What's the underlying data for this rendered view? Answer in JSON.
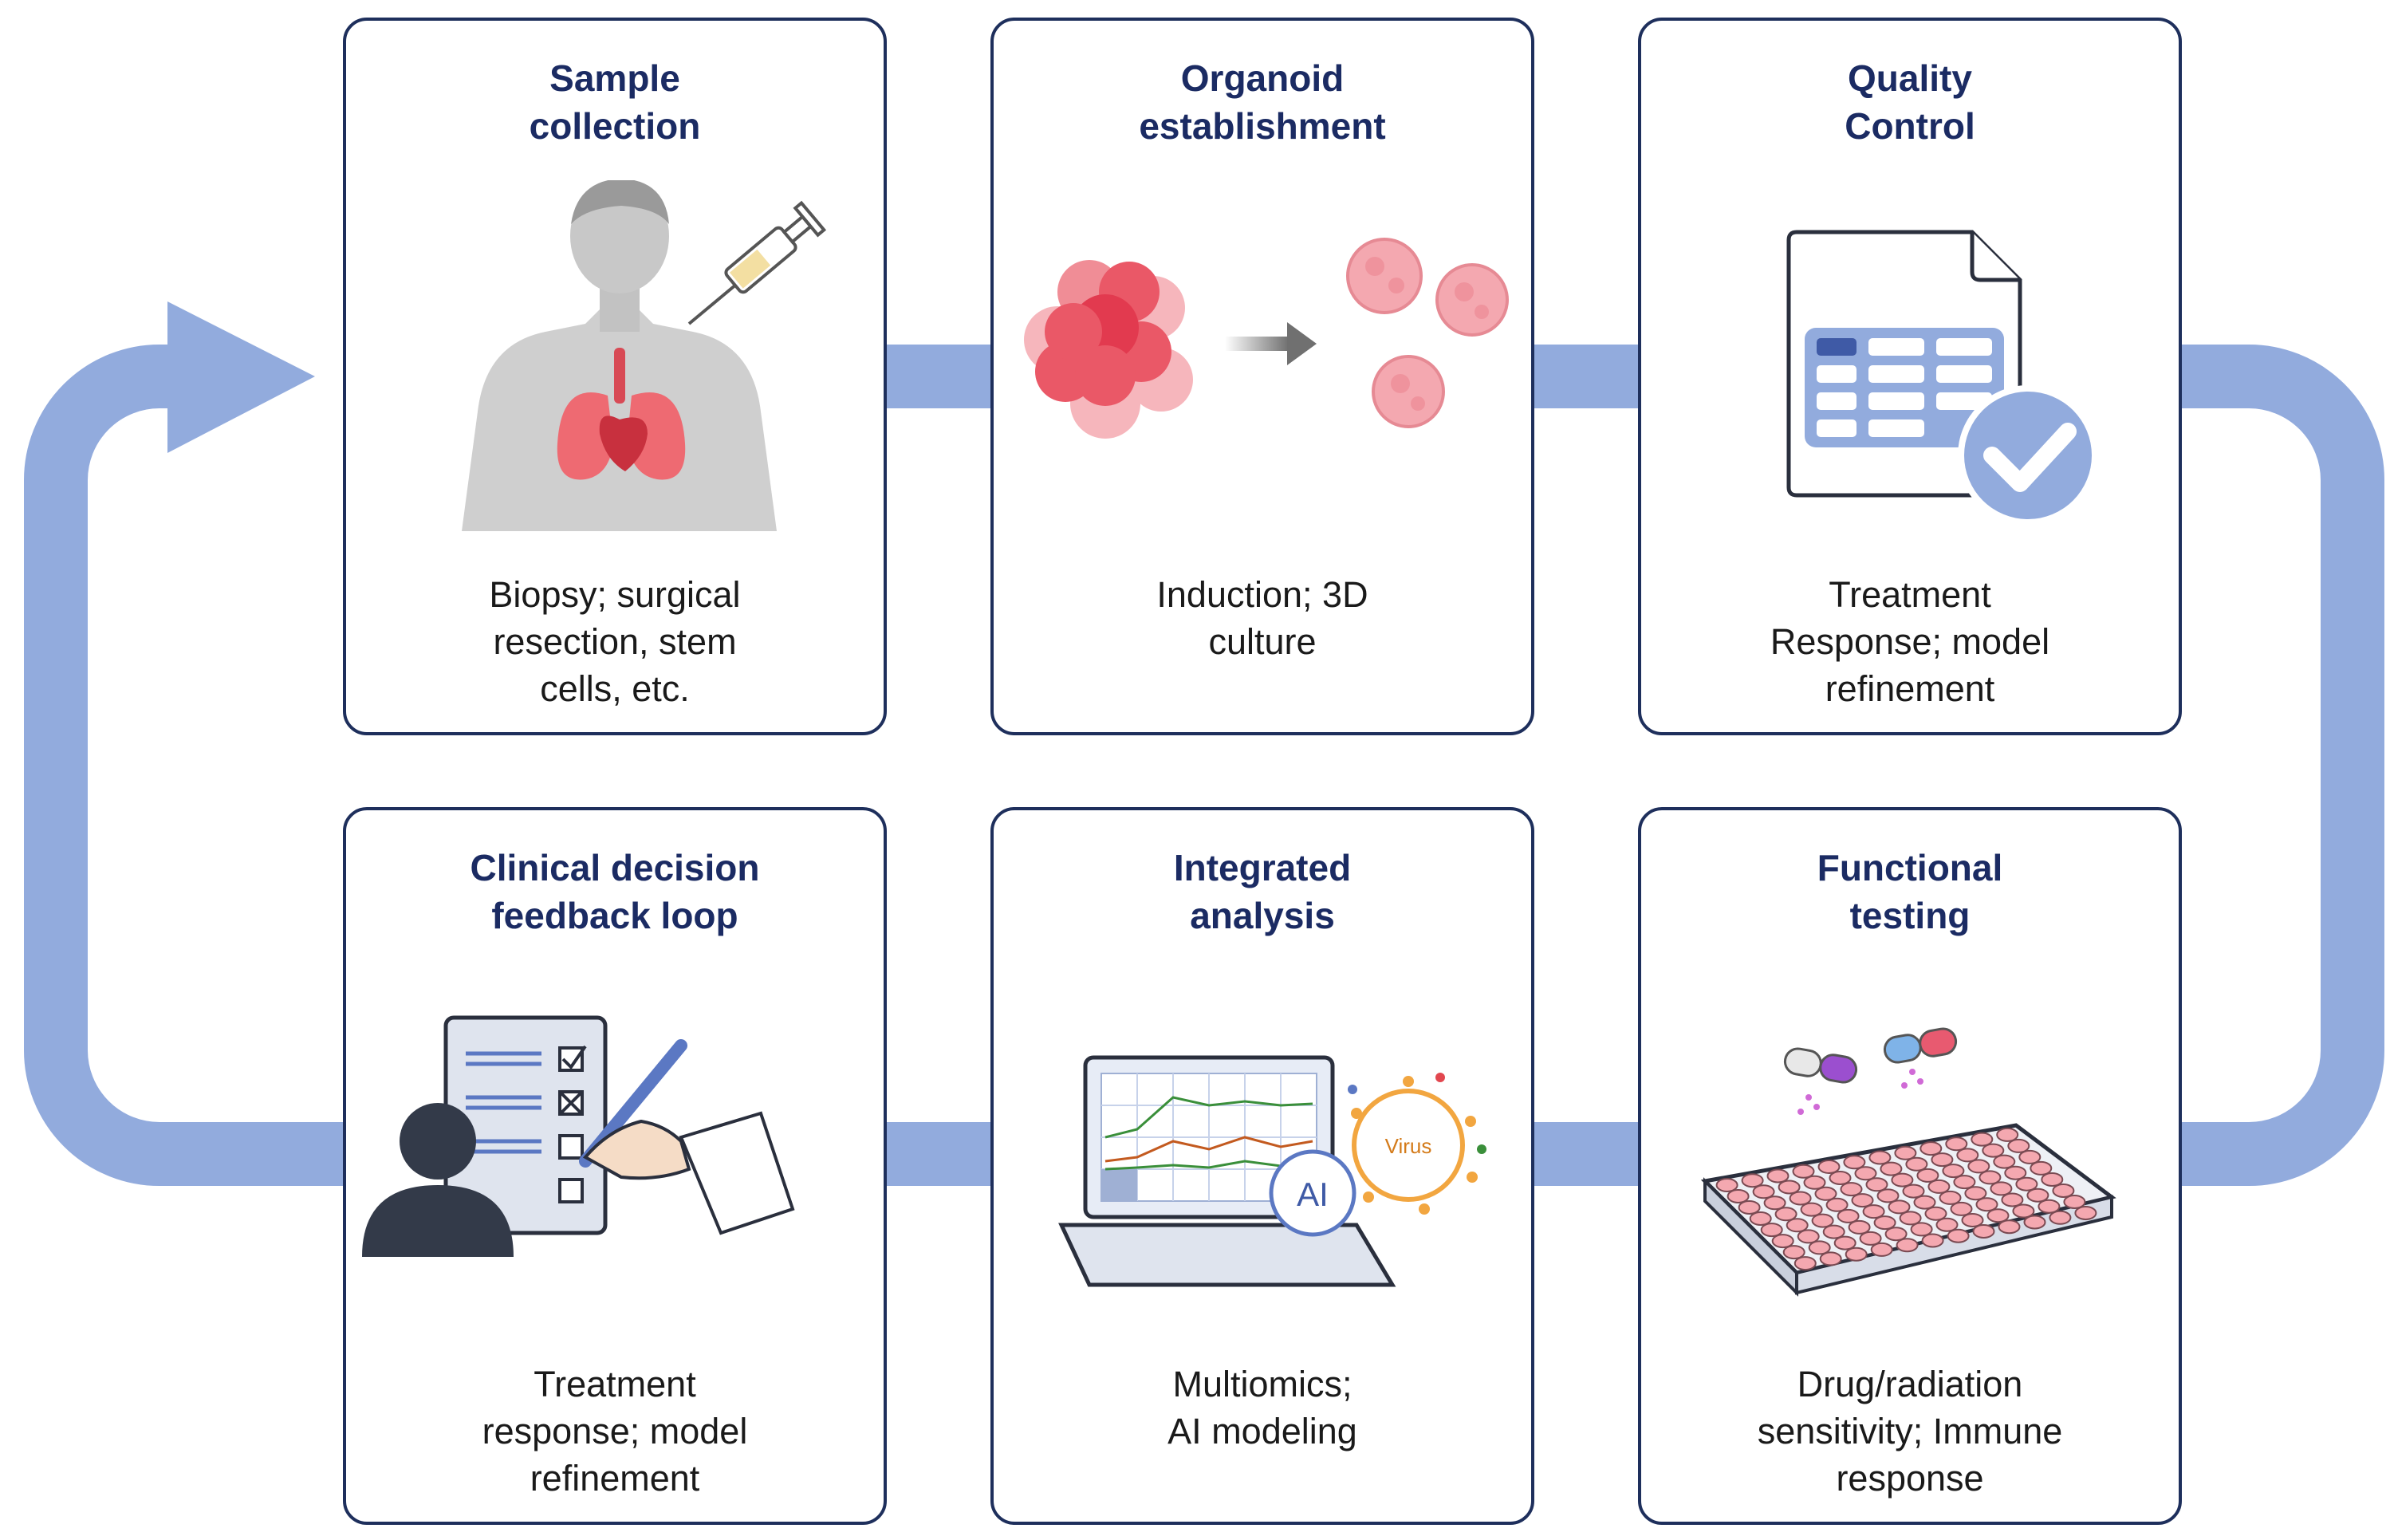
{
  "colors": {
    "flow": "#92abdd",
    "card_border": "#1e2f5c",
    "title": "#1b2b63",
    "text": "#1a1a1a"
  },
  "steps": [
    {
      "title_lines": [
        "Sample",
        "collection"
      ],
      "desc_lines": [
        "Biopsy; surgical",
        "resection, stem",
        "cells, etc."
      ],
      "icon": "patient-syringe-icon"
    },
    {
      "title_lines": [
        "Organoid",
        "establishment"
      ],
      "desc_lines": [
        "Induction; 3D",
        "culture"
      ],
      "icon": "cell-cluster-to-organoid-icon"
    },
    {
      "title_lines": [
        "Quality",
        "Control"
      ],
      "desc_lines": [
        "Treatment",
        "Response; model",
        "refinement"
      ],
      "icon": "document-checkmark-icon"
    },
    {
      "title_lines": [
        "Clinical decision",
        "feedback loop"
      ],
      "desc_lines": [
        "Treatment",
        "response; model",
        "refinement"
      ],
      "icon": "clinician-checklist-icon"
    },
    {
      "title_lines": [
        "Integrated",
        "analysis"
      ],
      "desc_lines": [
        "Multiomics;",
        "AI modeling"
      ],
      "icon": "laptop-ai-virus-icon"
    },
    {
      "title_lines": [
        "Functional",
        "testing"
      ],
      "desc_lines": [
        "Drug/radiation",
        "sensitivity; Immune",
        "response"
      ],
      "icon": "well-plate-capsules-icon"
    }
  ],
  "illustration_labels": {
    "ai": "AI",
    "virus": "Virus"
  }
}
